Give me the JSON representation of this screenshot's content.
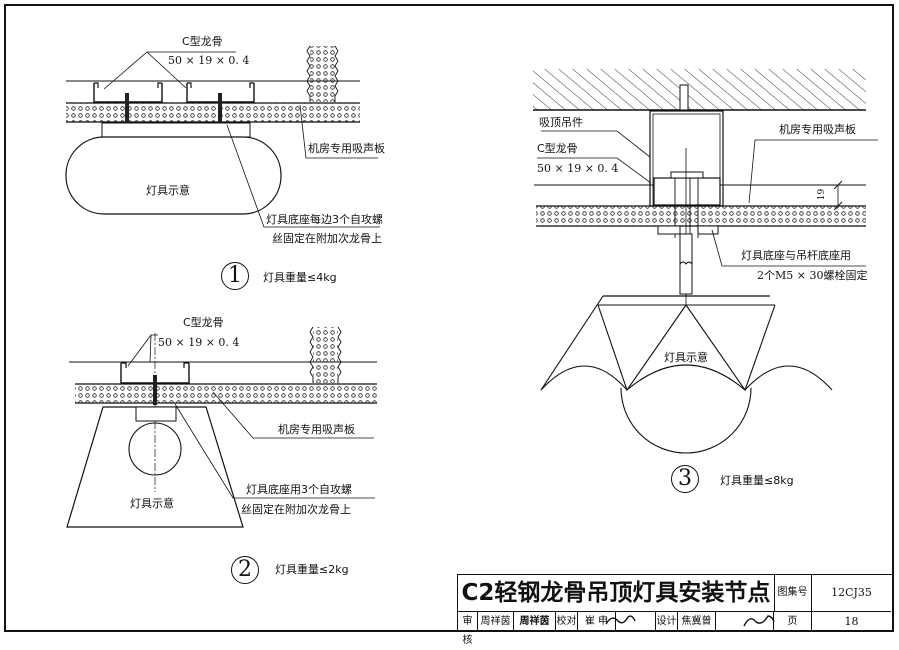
{
  "sheet": {
    "title": "C2轻钢龙骨吊顶灯具安装节点",
    "atlas_label": "图集号",
    "atlas_number": "12CJ35",
    "page_label": "页",
    "page_number": "18",
    "signatures": [
      {
        "role": "审核",
        "name": "周祥茵",
        "signature": "周祥茵"
      },
      {
        "role": "校对",
        "name": "崔 申",
        "signature": "崔申"
      },
      {
        "role": "设计",
        "name": "焦冀曾",
        "signature": "焦冀曾"
      }
    ]
  },
  "details": [
    {
      "number": "1",
      "caption": "灯具重量≤4kg",
      "labels": {
        "keel": "C型龙骨",
        "keel_size": "50 × 19 × 0. 4",
        "panel": "机房专用吸声板",
        "fixture": "灯具示意",
        "note_line1": "灯具底座每边3个自攻螺",
        "note_line2": "丝固定在附加次龙骨上"
      }
    },
    {
      "number": "2",
      "caption": "灯具重量≤2kg",
      "labels": {
        "keel": "C型龙骨",
        "keel_size": "50 × 19 × 0. 4",
        "panel": "机房专用吸声板",
        "fixture": "灯具示意",
        "note_line1": "灯具底座用3个自攻螺",
        "note_line2": "丝固定在附加次龙骨上"
      }
    },
    {
      "number": "3",
      "caption": "灯具重量≤8kg",
      "labels": {
        "hanger": "吸顶吊件",
        "keel": "C型龙骨",
        "keel_size": "50 × 19 × 0. 4",
        "panel": "机房专用吸声板",
        "dimension": "19",
        "fixture": "灯具示意",
        "note_line1": "灯具底座与吊杆底座用",
        "note_line2": "2个M5 × 30螺栓固定"
      }
    }
  ]
}
